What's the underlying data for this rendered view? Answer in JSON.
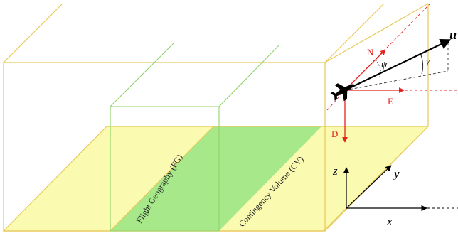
{
  "diagram": {
    "region_labels": {
      "flight_geography": "Flight Geography (FG)",
      "contingency_volume": "Contingency Volume (CV)"
    },
    "aircraft_frame": {
      "north": "N",
      "east": "E",
      "down": "D",
      "velocity": "u",
      "heading_angle": "ψ",
      "flight_path_angle": "γ"
    },
    "inertial_frame": {
      "x": "x",
      "y": "y",
      "z": "z"
    },
    "colors": {
      "box_outline": "#e8c95a",
      "ground_fill": "#fafab0",
      "fg_fill": "#a6e88a",
      "fg_outline": "#8fd46a",
      "ned_axes": "#e32222",
      "velocity_vector": "#000000",
      "inertial_axes": "#000000"
    }
  }
}
